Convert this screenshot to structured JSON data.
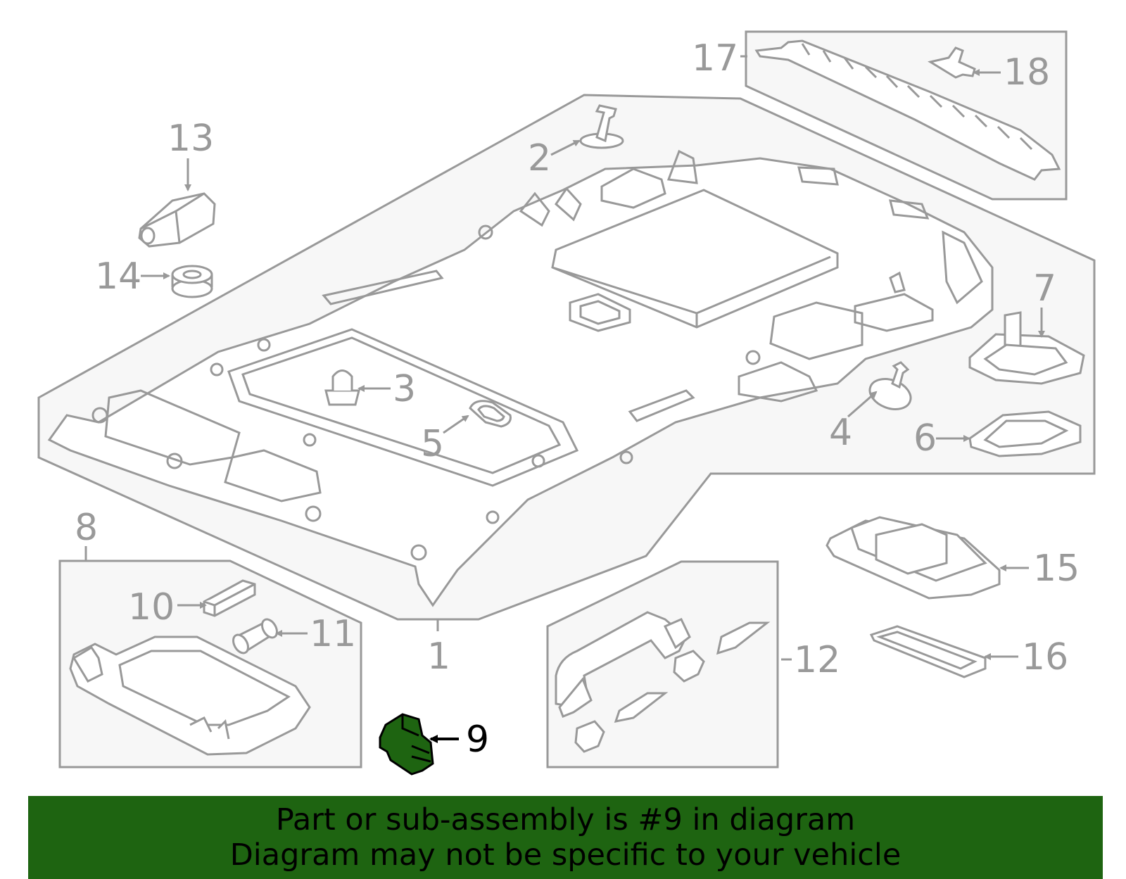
{
  "callouts": {
    "c1": "1",
    "c2": "2",
    "c3": "3",
    "c4": "4",
    "c5": "5",
    "c6": "6",
    "c7": "7",
    "c8": "8",
    "c9": "9",
    "c10": "10",
    "c11": "11",
    "c12": "12",
    "c13": "13",
    "c14": "14",
    "c15": "15",
    "c16": "16",
    "c17": "17",
    "c18": "18"
  },
  "highlighted_part": "9",
  "colors": {
    "highlight": "#1e6411",
    "line": "#999999",
    "panel": "#f7f7f7",
    "banner": "#1e6411"
  },
  "banner": {
    "line1": "Part or sub-assembly is #9 in diagram",
    "line2": "Diagram may not be specific to your vehicle"
  }
}
